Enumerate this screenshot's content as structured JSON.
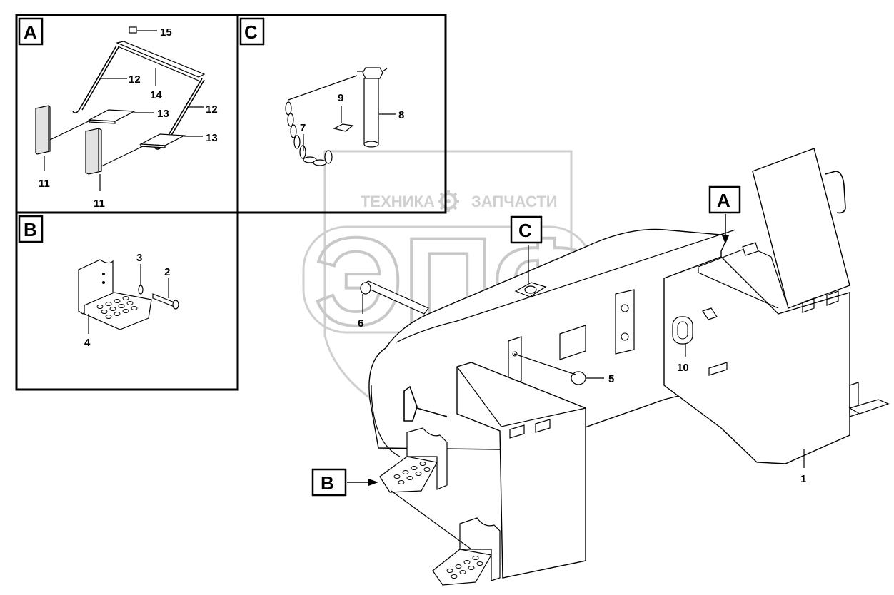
{
  "watermark": {
    "top_text_left": "ТЕХНИКА",
    "top_text_right": "ЗАПЧАСТИ",
    "logo_text": "ЭПФ",
    "gear": "gear-icon"
  },
  "insets": {
    "A": "A",
    "B": "B",
    "C": "C"
  },
  "callouts": {
    "A": "A",
    "B": "B",
    "C": "C"
  },
  "parts": {
    "p1": "1",
    "p2": "2",
    "p3": "3",
    "p4": "4",
    "p5": "5",
    "p6": "6",
    "p7": "7",
    "p8": "8",
    "p9": "9",
    "p10": "10",
    "p11a": "11",
    "p11b": "11",
    "p12a": "12",
    "p12b": "12",
    "p13a": "13",
    "p13b": "13",
    "p14": "14",
    "p15": "15"
  }
}
